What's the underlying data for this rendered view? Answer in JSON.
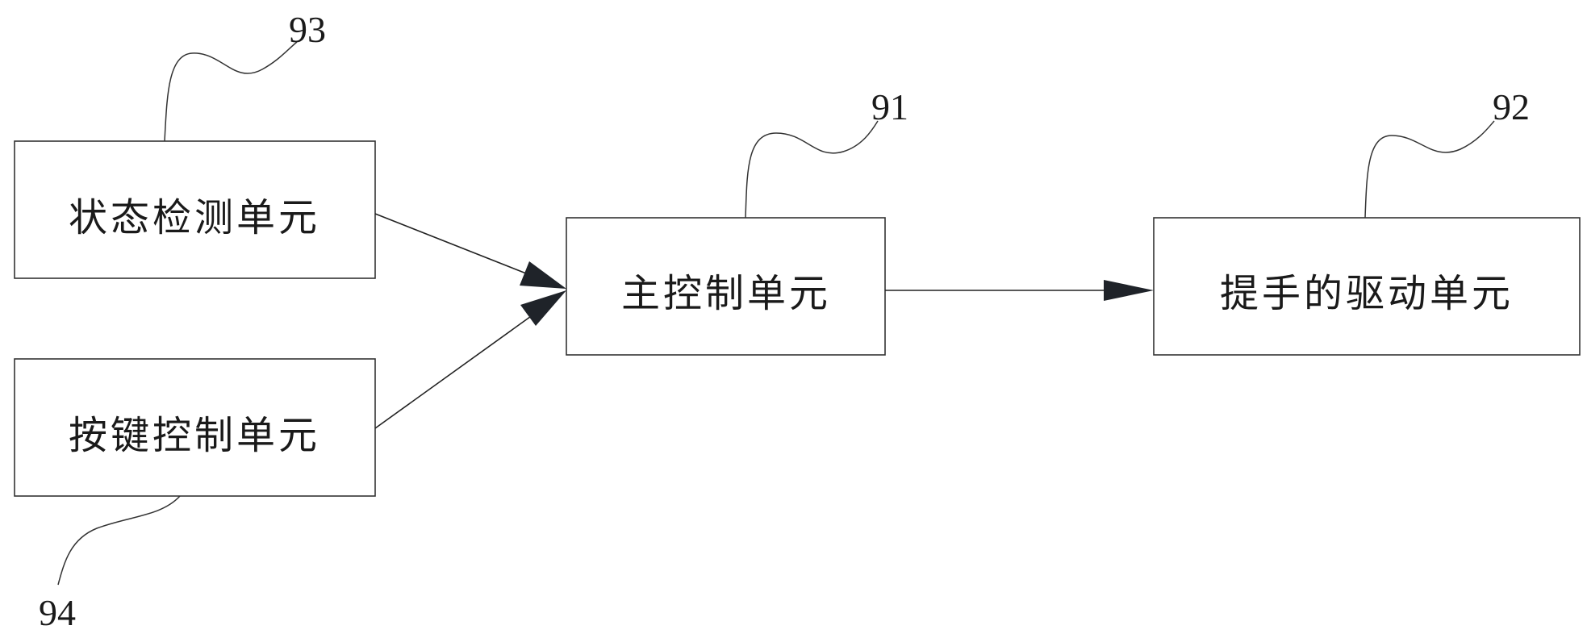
{
  "blocks": {
    "status_detection": {
      "label": "状态检测单元",
      "ref": "93"
    },
    "key_control": {
      "label": "按键控制单元",
      "ref": "94"
    },
    "main_control": {
      "label": "主控制单元",
      "ref": "91"
    },
    "handle_drive": {
      "label": "提手的驱动单元",
      "ref": "92"
    }
  },
  "connections": [
    {
      "from": "status_detection",
      "to": "main_control"
    },
    {
      "from": "key_control",
      "to": "main_control"
    },
    {
      "from": "main_control",
      "to": "handle_drive"
    }
  ]
}
